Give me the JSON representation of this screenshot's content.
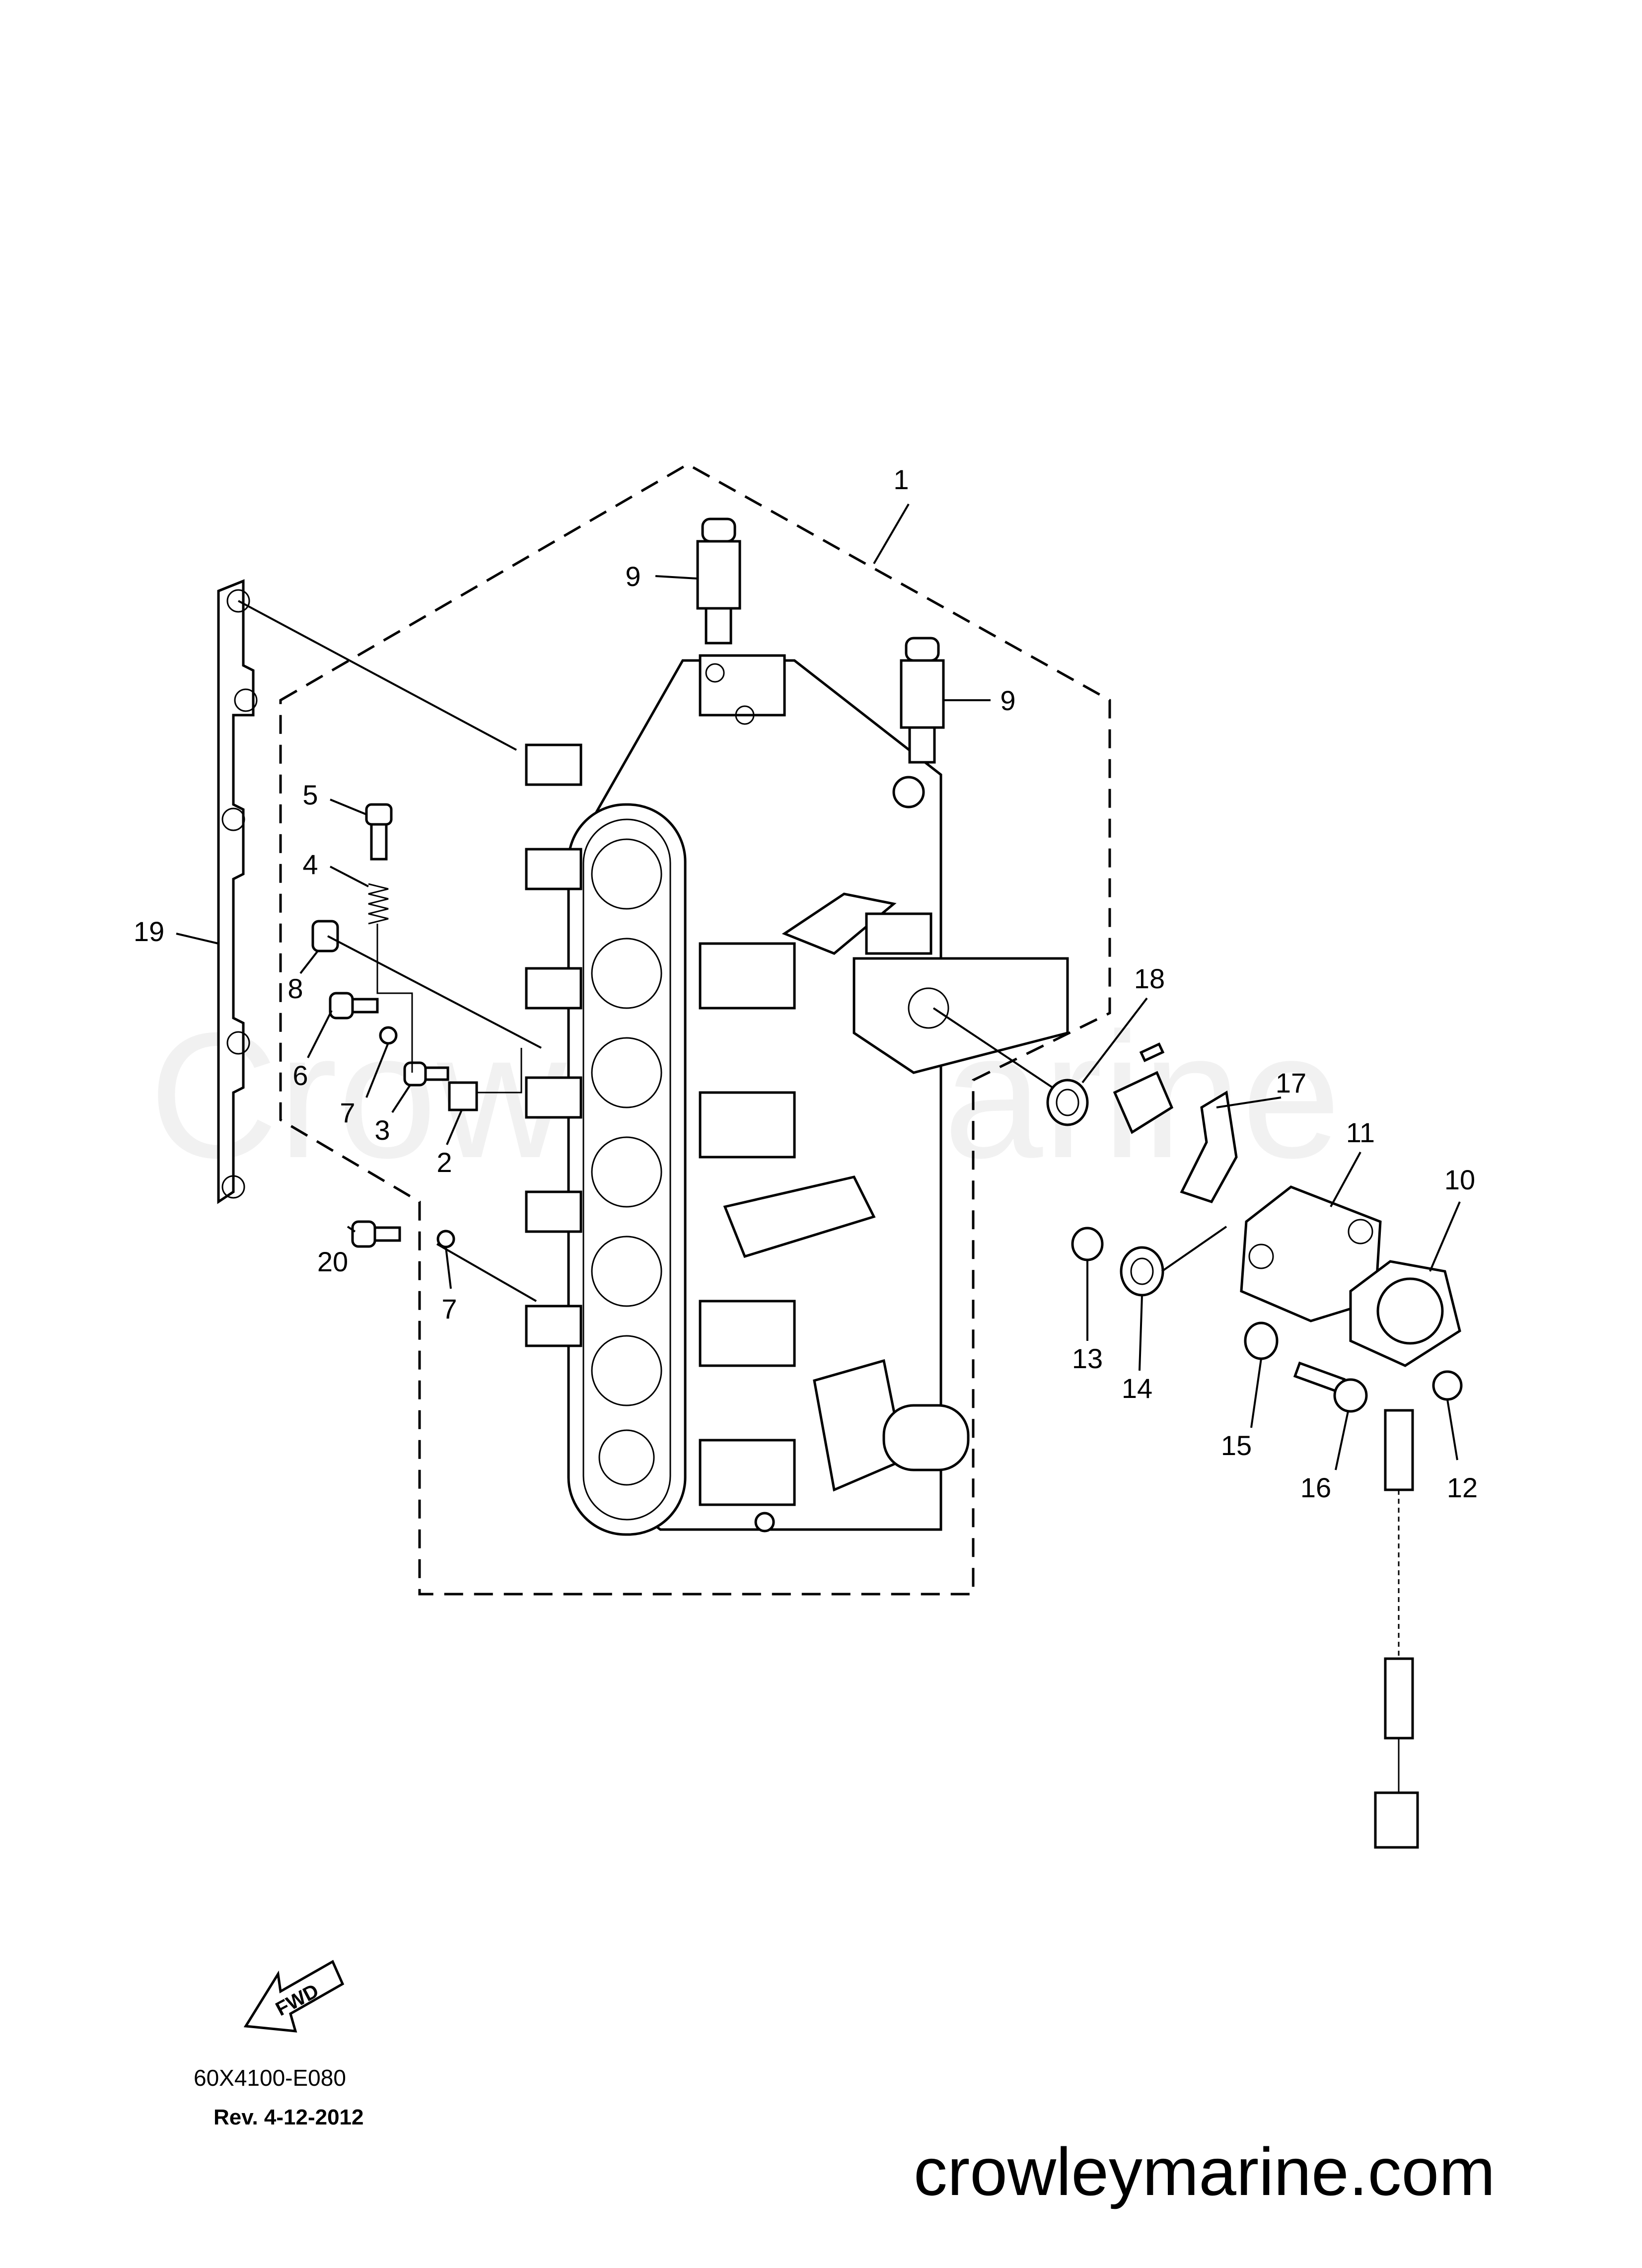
{
  "diagram": {
    "callouts": [
      {
        "id": "c1",
        "text": "1"
      },
      {
        "id": "c9a",
        "text": "9"
      },
      {
        "id": "c9b",
        "text": "9"
      },
      {
        "id": "c5",
        "text": "5"
      },
      {
        "id": "c4",
        "text": "4"
      },
      {
        "id": "c19",
        "text": "19"
      },
      {
        "id": "c8",
        "text": "8"
      },
      {
        "id": "c6",
        "text": "6"
      },
      {
        "id": "c7a",
        "text": "7"
      },
      {
        "id": "c3",
        "text": "3"
      },
      {
        "id": "c2",
        "text": "2"
      },
      {
        "id": "c20",
        "text": "20"
      },
      {
        "id": "c7b",
        "text": "7"
      },
      {
        "id": "c18",
        "text": "18"
      },
      {
        "id": "c17",
        "text": "17"
      },
      {
        "id": "c11",
        "text": "11"
      },
      {
        "id": "c10",
        "text": "10"
      },
      {
        "id": "c13",
        "text": "13"
      },
      {
        "id": "c14",
        "text": "14"
      },
      {
        "id": "c15",
        "text": "15"
      },
      {
        "id": "c16",
        "text": "16"
      },
      {
        "id": "c12",
        "text": "12"
      }
    ],
    "fwd_label": "FWD",
    "diagram_code": "60X4100-E080",
    "revision": "Rev.   4-12-2012",
    "watermark": "CrowleyMarine",
    "website": "crowleymarine.com"
  }
}
